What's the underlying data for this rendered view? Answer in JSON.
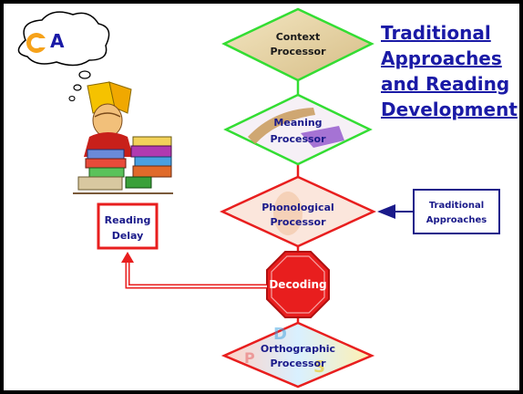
{
  "title_lines": [
    "Traditional",
    "Approaches",
    "and Reading",
    "Development"
  ],
  "logo": {
    "text": "A"
  },
  "processors": {
    "context": {
      "line1": "Context",
      "line2": "Processor"
    },
    "meaning": {
      "line1": "Meaning",
      "line2": "Processor"
    },
    "phonological": {
      "line1": "Phonological",
      "line2": "Processor"
    },
    "orthographic": {
      "line1": "Orthographic",
      "line2": "Processor"
    }
  },
  "decoding": {
    "label": "Decoding"
  },
  "reading_delay": {
    "line1": "Reading",
    "line2": "Delay"
  },
  "traditional_box": {
    "line1": "Traditional",
    "line2": "Approaches"
  },
  "colors": {
    "title": "#1a1aa6",
    "green": "#33dd33",
    "red": "#e81e1e",
    "navy": "#1a1a8a"
  }
}
